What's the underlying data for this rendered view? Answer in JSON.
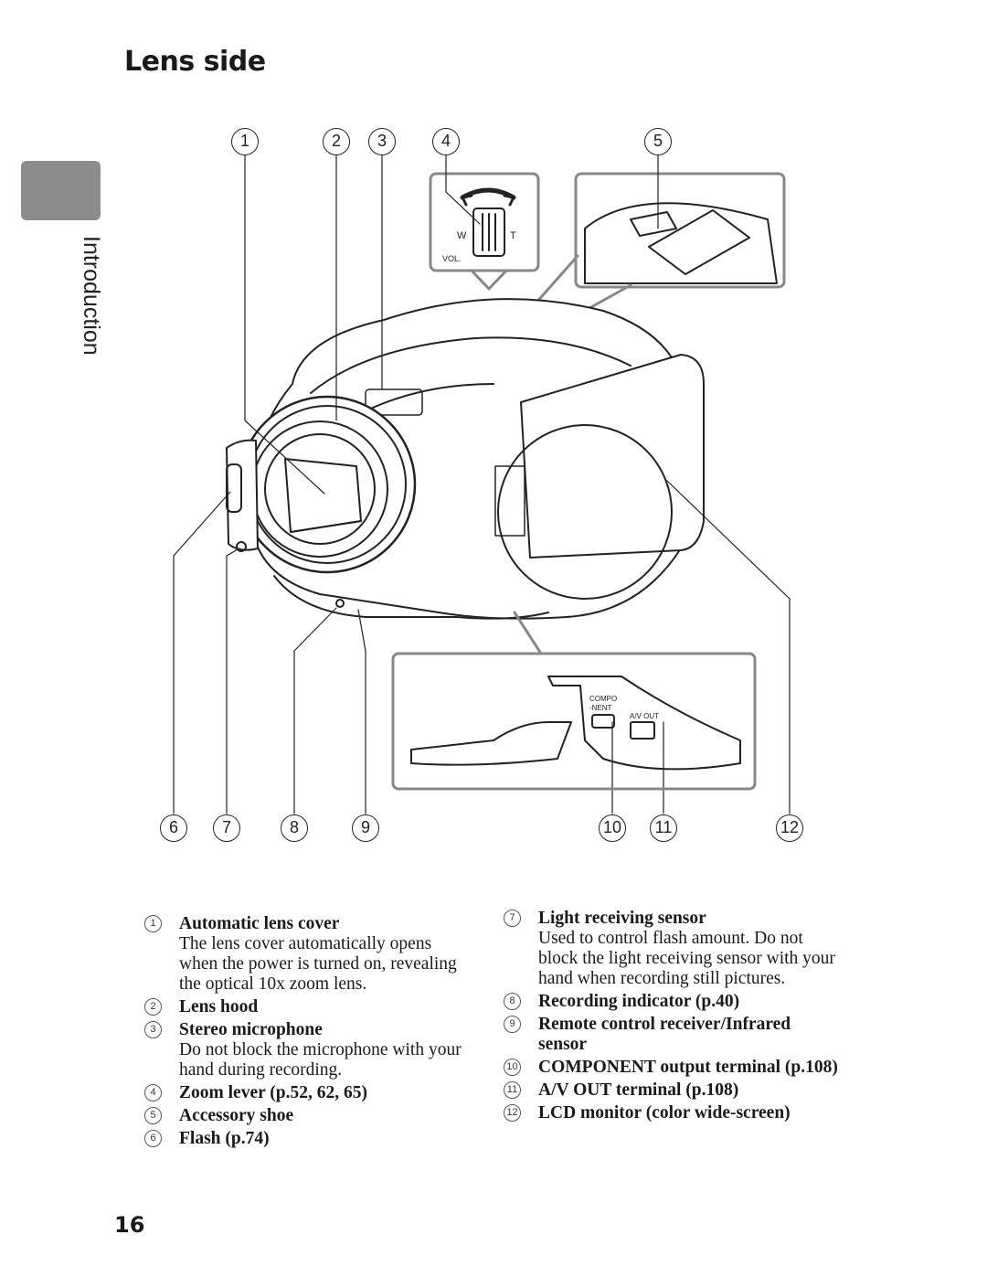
{
  "page": {
    "title": "Lens side",
    "side_tab_label": "Introduction",
    "page_number": "16"
  },
  "figure": {
    "callouts": [
      "1",
      "2",
      "3",
      "4",
      "5",
      "6",
      "7",
      "8",
      "9",
      "10",
      "11",
      "12"
    ],
    "zoom_inset": {
      "w_label": "W",
      "t_label": "T",
      "vol_label": "VOL."
    },
    "terminal_inset": {
      "component_label": "COMPO\n-NENT",
      "component_line1": "COMPO",
      "component_line2": "-NENT",
      "av_out_label": "A/V OUT"
    }
  },
  "legend": {
    "left": [
      {
        "num": "1",
        "title": "Automatic lens cover",
        "desc": "The lens cover automatically opens when the power is turned on, revealing the optical 10x zoom lens."
      },
      {
        "num": "2",
        "title": "Lens hood",
        "desc": ""
      },
      {
        "num": "3",
        "title": "Stereo microphone",
        "desc": "Do not block the microphone with your hand during recording."
      },
      {
        "num": "4",
        "title": "Zoom lever (p.52, 62, 65)",
        "desc": ""
      },
      {
        "num": "5",
        "title": "Accessory shoe",
        "desc": ""
      },
      {
        "num": "6",
        "title": "Flash (p.74)",
        "desc": ""
      }
    ],
    "right": [
      {
        "num": "7",
        "title": "Light receiving sensor",
        "desc": "Used to control flash amount. Do not block the light receiving sensor with your hand when recording still pictures."
      },
      {
        "num": "8",
        "title": "Recording indicator (p.40)",
        "desc": ""
      },
      {
        "num": "9",
        "title": "Remote control receiver/Infrared sensor",
        "desc": ""
      },
      {
        "num": "10",
        "title": "COMPONENT output terminal (p.108)",
        "desc": ""
      },
      {
        "num": "11",
        "title": "A/V OUT terminal (p.108)",
        "desc": ""
      },
      {
        "num": "12",
        "title": "LCD monitor (color wide-screen)",
        "desc": ""
      }
    ]
  }
}
